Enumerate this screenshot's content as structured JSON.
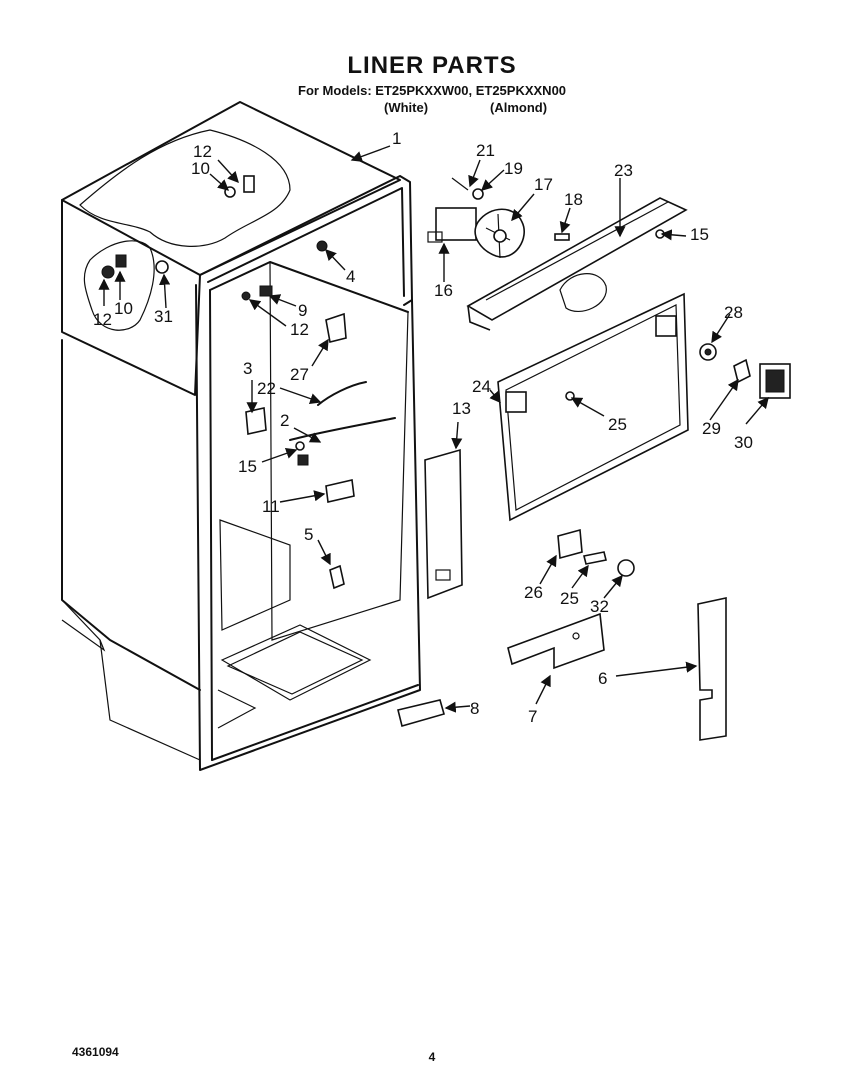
{
  "header": {
    "title": "LINER PARTS",
    "models_line": "For Models: ET25PKXXW00, ET25PKXXN00",
    "variant_white": "(White)",
    "variant_almond": "(Almond)"
  },
  "footer": {
    "doc_number": "4361094",
    "page_number": "4"
  },
  "callouts": {
    "c1": "1",
    "c2": "2",
    "c3": "3",
    "c4": "4",
    "c5": "5",
    "c6": "6",
    "c7": "7",
    "c8": "8",
    "c9": "9",
    "c10a": "10",
    "c10b": "10",
    "c11": "11",
    "c12a": "12",
    "c12b": "12",
    "c12c": "12",
    "c13": "13",
    "c15a": "15",
    "c15b": "15",
    "c16": "16",
    "c17": "17",
    "c18": "18",
    "c19": "19",
    "c21": "21",
    "c22": "22",
    "c23": "23",
    "c24": "24",
    "c25a": "25",
    "c25b": "25",
    "c26": "26",
    "c27": "27",
    "c28": "28",
    "c29": "29",
    "c30": "30",
    "c31": "31",
    "c32": "32"
  }
}
